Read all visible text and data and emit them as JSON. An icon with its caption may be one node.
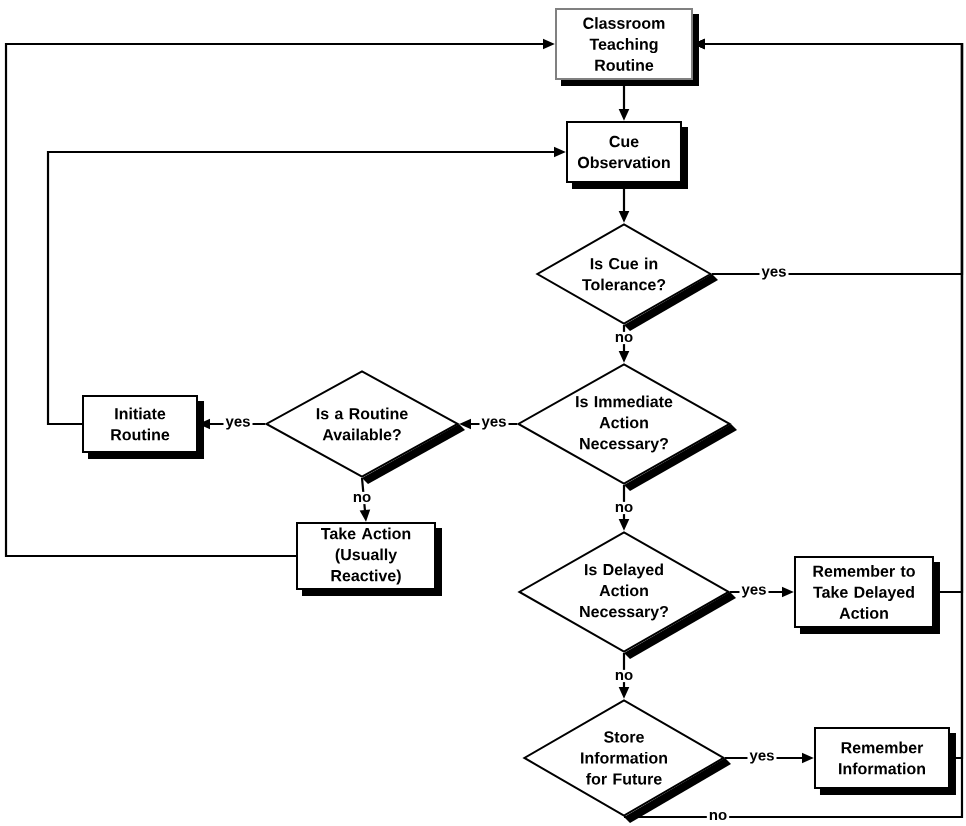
{
  "diagram": {
    "nodes": [
      {
        "text": [
          "Classroom Teaching Routine"
        ]
      },
      {
        "text": [
          "Cue Observation"
        ]
      },
      {
        "text": [
          "Is Cue in Tolerance?"
        ]
      },
      {
        "text": [
          "Initiate Routine"
        ]
      },
      {
        "text": [
          "Is a Routine Available?"
        ]
      },
      {
        "text": [
          "Is Immediate Action Necessary?"
        ]
      },
      {
        "text": [
          "Take Action (Usually Reactive)"
        ]
      },
      {
        "text": [
          "Is Delayed Action Necessary?"
        ]
      },
      {
        "text": [
          "Remember to Take Delayed Action"
        ]
      },
      {
        "text": [
          "Store Information for Future"
        ]
      },
      {
        "text": [
          "Remember Information"
        ]
      }
    ],
    "edges": [
      {
        "from": 0,
        "to": 1,
        "arrow": "to"
      },
      {
        "from": 1,
        "to": 2,
        "arrow": "to"
      },
      {
        "from": 2,
        "to": 0,
        "arrow": "to",
        "label": "yes"
      },
      {
        "from": 2,
        "to": 5,
        "arrow": "to",
        "label": "no"
      },
      {
        "from": 5,
        "to": 4,
        "arrow": "to",
        "label": "yes"
      },
      {
        "from": 4,
        "to": 3,
        "arrow": "to",
        "label": "yes"
      },
      {
        "from": 4,
        "to": 6,
        "arrow": "to",
        "label": "no"
      },
      {
        "from": 3,
        "to": 1,
        "arrow": "to"
      },
      {
        "from": 6,
        "to": 0,
        "arrow": "to"
      },
      {
        "from": 5,
        "to": 7,
        "arrow": "to",
        "label": "no"
      },
      {
        "from": 7,
        "to": 8,
        "arrow": "to",
        "label": "yes"
      },
      {
        "from": 7,
        "to": 9,
        "arrow": "to",
        "label": "no"
      },
      {
        "from": 9,
        "to": 10,
        "arrow": "to",
        "label": "yes"
      },
      {
        "from": 8,
        "to": 0,
        "arrow": "to"
      },
      {
        "from": 10,
        "to": 0,
        "arrow": "to"
      },
      {
        "from": 9,
        "to": 0,
        "arrow": "to",
        "label": "no"
      }
    ]
  }
}
